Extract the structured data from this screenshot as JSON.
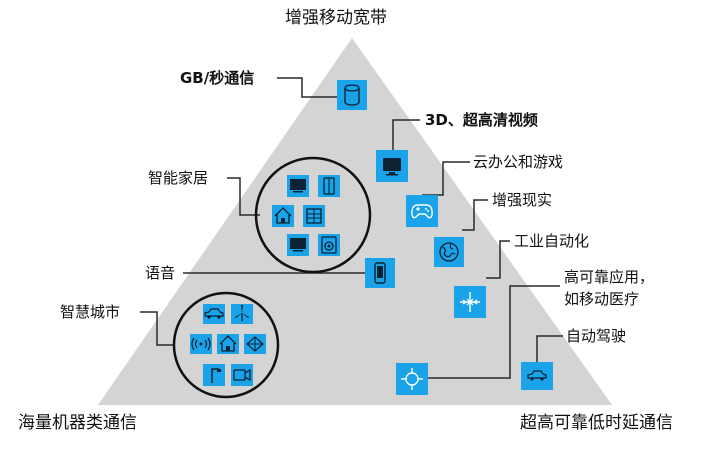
{
  "corners": {
    "top": "增强移动宽带",
    "bottom_left": "海量机器类通信",
    "bottom_right": "超高可靠低时延通信"
  },
  "apps": {
    "gb_comm": "GB/秒通信",
    "video_3d": "3D、超高清视频",
    "smart_home": "智能家居",
    "cloud_office": "云办公和游戏",
    "ar": "增强现实",
    "voice": "语音",
    "industry_auto": "工业自动化",
    "high_reliability": "高可靠应用，\n如移动医疗",
    "smart_city": "智慧城市",
    "auto_drive": "自动驾驶"
  },
  "colors": {
    "triangle": "#d4d4d4",
    "icon_fill": "#1aa3e8",
    "icon_stroke": "#0d2233",
    "line": "#2a2a2a"
  },
  "icons": {
    "gb_comm": "database-icon",
    "video_3d": "monitor-icon",
    "cloud_office": "gamepad-icon",
    "ar": "globe-icon",
    "voice": "smartphone-icon",
    "industry_auto": "arrows-in-icon",
    "high_reliability": "crosshair-icon",
    "auto_drive": "car-icon",
    "smart_home": [
      "tv-icon",
      "fridge-icon",
      "house-icon",
      "building-icon",
      "tv-icon",
      "washer-icon"
    ],
    "smart_city": [
      "car-icon",
      "windmill-icon",
      "signal-icon",
      "house-icon",
      "satellite-icon",
      "streetlight-icon",
      "camera-icon"
    ]
  }
}
